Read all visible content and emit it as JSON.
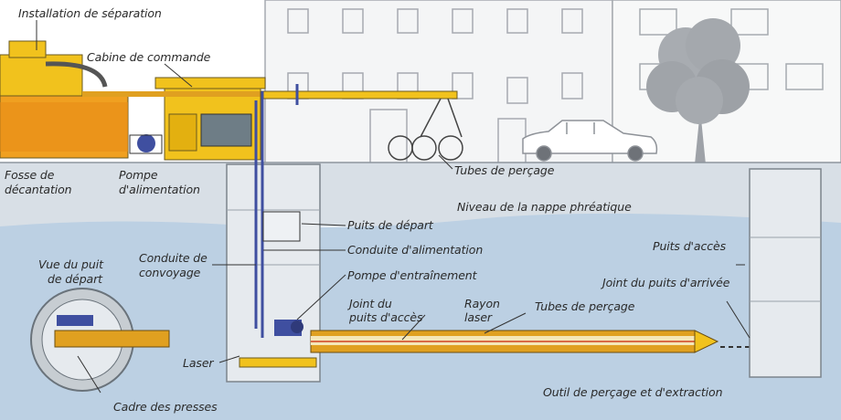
{
  "labels": {
    "installation_separation": "Installation de séparation",
    "cabine_commande": "Cabine de commande",
    "fosse_decantation_1": "Fosse de",
    "fosse_decantation_2": "décantation",
    "pompe_alimentation_1": "Pompe",
    "pompe_alimentation_2": "d'alimentation",
    "tubes_percage_top": "Tubes de perçage",
    "niveau_nappe": "Niveau de la nappe phréatique",
    "puits_depart": "Puits de départ",
    "conduite_alimentation": "Conduite d'alimentation",
    "conduite_convoyage_1": "Conduite de",
    "conduite_convoyage_2": "convoyage",
    "vue_puit_1": "Vue du puit",
    "vue_puit_2": "de départ",
    "pompe_entrainement": "Pompe d'entraînement",
    "joint_acces_1": "Joint du",
    "joint_acces_2": "puits d'accès",
    "rayon_laser_1": "Rayon",
    "rayon_laser_2": "laser",
    "tubes_percage_bottom": "Tubes de perçage",
    "puits_acces": "Puits d'accès",
    "joint_arrivee": "Joint du puits d'arrivée",
    "laser": "Laser",
    "cadre_presses": "Cadre des presses",
    "outil_percage": "Outil de perçage et d'extraction"
  },
  "colors": {
    "ground": "#d8dfe6",
    "water": "#bcd0e3",
    "shaft": "#e6eaee",
    "yellow": "#f1c21d",
    "pipe_orange": "#e0a020",
    "blue_pipe": "#3f4fa0",
    "building": "#9a9ea4"
  }
}
